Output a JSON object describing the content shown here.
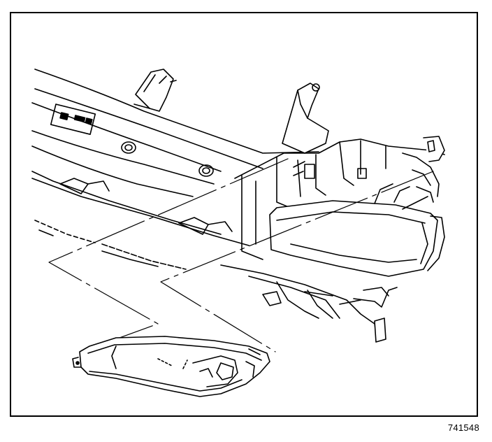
{
  "figure": {
    "number": "741548"
  },
  "colors": {
    "line": "#000000",
    "fill": "#ffffff",
    "shade": "#dcdcdc"
  },
  "parts": {
    "fascia_icon": "bumper-fascia-drawing",
    "lamp_installed_icon": "fog-lamp-installed-drawing",
    "lamp_exploded_icon": "fog-lamp-exploded-drawing",
    "leader_icon": "dashed-leader-lines"
  }
}
